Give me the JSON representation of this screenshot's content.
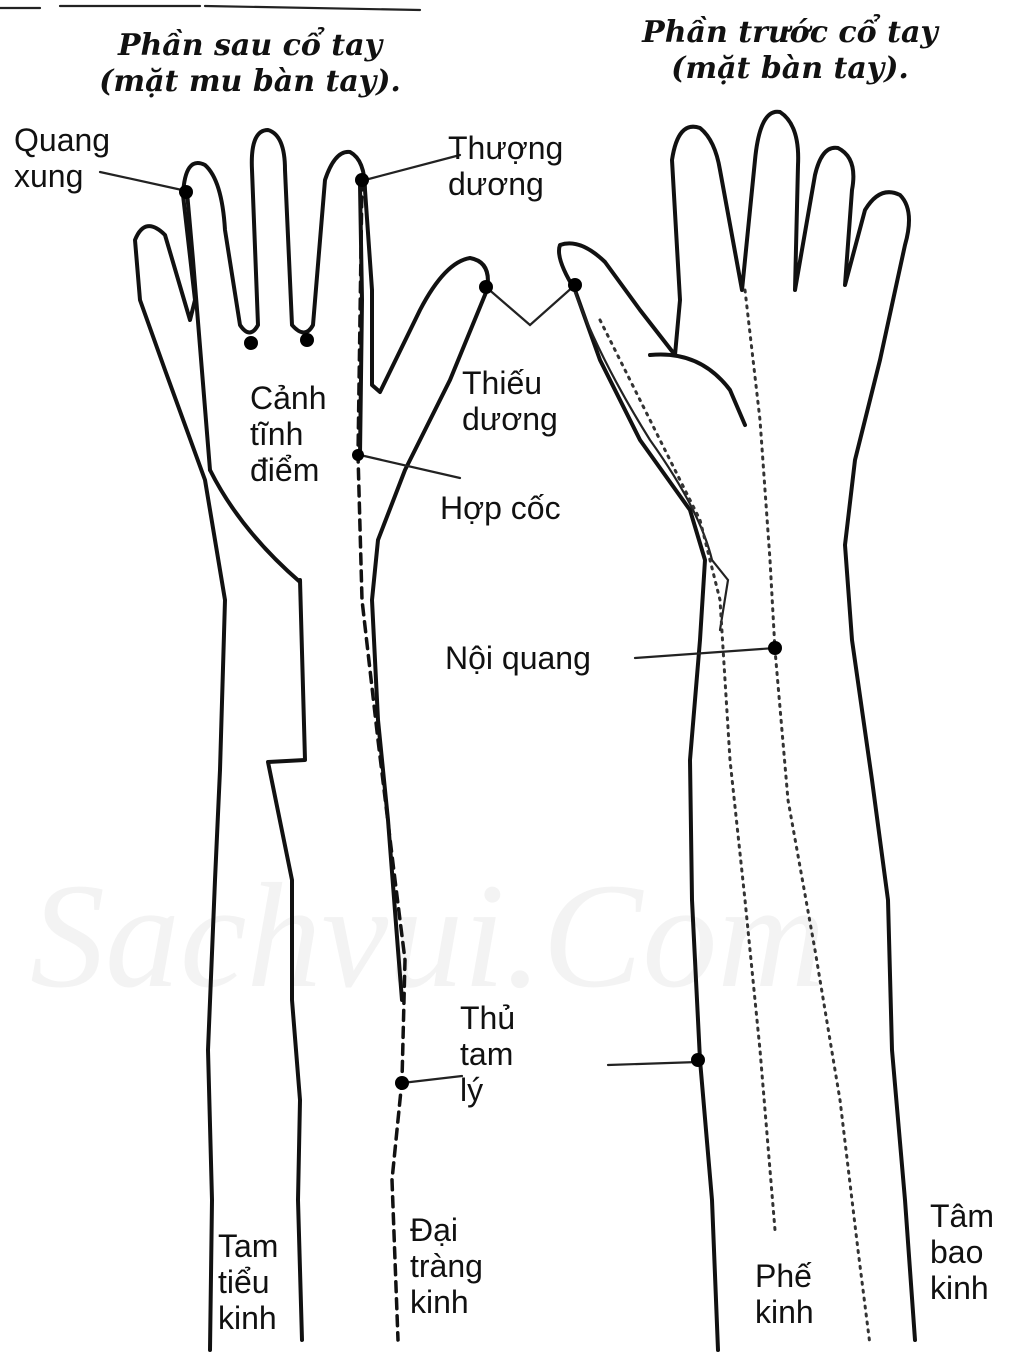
{
  "titles": {
    "back": "Phần sau cổ tay\n(mặt mu bàn tay).",
    "front": "Phần trước cổ tay\n(mặt bàn tay)."
  },
  "labels": {
    "quang_xung": "Quang\nxung",
    "thuong_duong": "Thượng\ndương",
    "canh_tinh_diem": "Cảnh\ntĩnh\nđiểm",
    "thieu_duong": "Thiếu\ndương",
    "hop_coc": "Hợp cốc",
    "noi_quang": "Nội quang",
    "thu_tam_ly": "Thủ\ntam\nlý",
    "tam_tieu_kinh": "Tam\ntiểu\nkinh",
    "dai_trang_kinh": "Đại\ntràng\nkinh",
    "phe_kinh": "Phế\nkinh",
    "tam_bao_kinh": "Tâm\nbao\nkinh"
  },
  "watermark": "Sachvui.Com"
}
